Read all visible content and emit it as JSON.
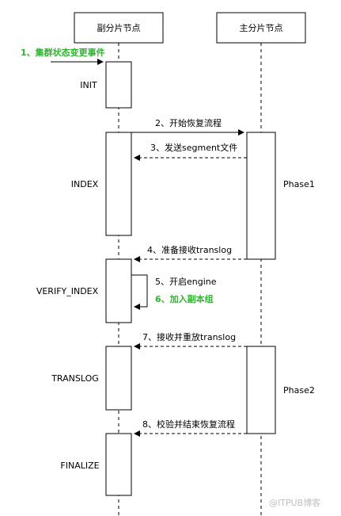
{
  "participants": {
    "replica": "副分片节点",
    "primary": "主分片节点"
  },
  "trigger": "1、集群状态变更事件",
  "states": [
    "INIT",
    "INDEX",
    "VERIFY_INDEX",
    "TRANSLOG",
    "FINALIZE"
  ],
  "phases": [
    "Phase1",
    "Phase2"
  ],
  "messages": [
    {
      "text": "2、开始恢复流程",
      "style": "solid",
      "color": "#000000"
    },
    {
      "text": "3、发送segment文件",
      "style": "dashed",
      "color": "#000000"
    },
    {
      "text": "4、准备接收translog",
      "style": "dashed",
      "color": "#000000"
    },
    {
      "text": "5、开启engine",
      "style": "self",
      "color": "#000000"
    },
    {
      "text": "6、加入副本组",
      "style": "note",
      "color": "#2fb52f"
    },
    {
      "text": "7、接收并重放translog",
      "style": "dashed",
      "color": "#000000"
    },
    {
      "text": "8、校验并结束恢复流程",
      "style": "dashed",
      "color": "#000000"
    }
  ],
  "watermark": "@ITPUB博客",
  "colors": {
    "line": "#000000",
    "highlight": "#2fb52f",
    "watermark": "#bfbfbf"
  }
}
